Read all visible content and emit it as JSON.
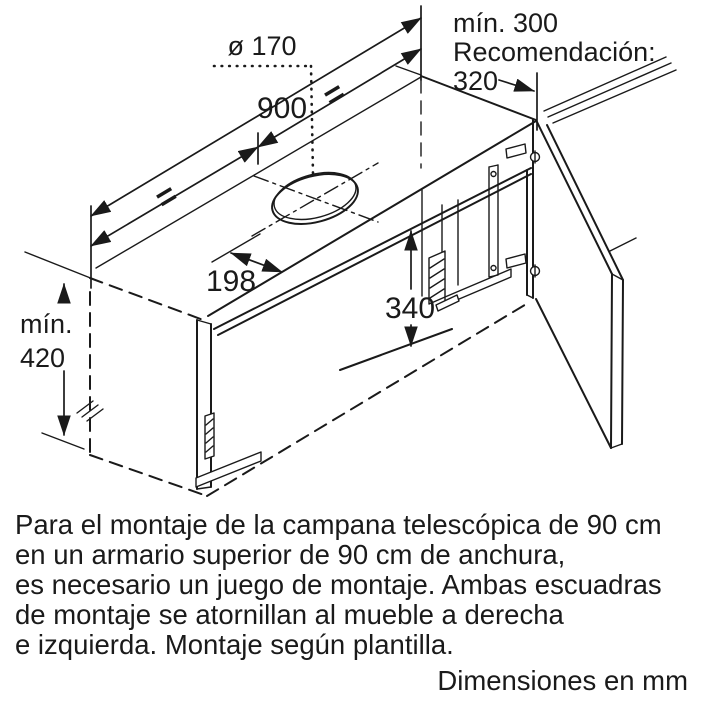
{
  "page": {
    "background": "#ffffff",
    "line_color": "#1a1a1a"
  },
  "diagram": {
    "dimensions": {
      "min_depth": "mín. 300",
      "recommendation_label": "Recomendación:",
      "recommended_depth": "320",
      "vent_diameter": "ø 170",
      "cabinet_width": "900",
      "equal_left": "=",
      "equal_right": "=",
      "vent_offset": "198",
      "opening_height": "340",
      "min_clearance_label": "mín.",
      "min_clearance_value": "420"
    }
  },
  "caption": {
    "lines": [
      "Para el montaje de la campana telescópica de 90 cm",
      "en un armario superior de 90 cm de anchura,",
      "es necesario un juego de montaje. Ambas escuadras",
      "de montaje se atornillan al mueble a derecha",
      "e izquierda. Montaje según plantilla."
    ],
    "units_note": "Dimensiones en mm"
  }
}
